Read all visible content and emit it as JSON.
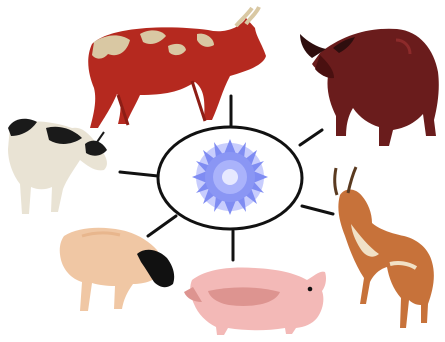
{
  "diagram": {
    "hub": {
      "shape": "ellipse",
      "content": "virus-particle",
      "colors": {
        "outline": "#111111",
        "fill": "#ffffff",
        "virus_body": "#7f8cf2",
        "virus_core": "#d8dcff"
      }
    },
    "connector_color": "#111111",
    "animals": [
      {
        "id": "cattle",
        "colors": {
          "body": "#b5291f",
          "patches": "#d9c8a3",
          "legs": "#8e1d15"
        }
      },
      {
        "id": "buffalo",
        "colors": {
          "body": "#6a1c1c",
          "dark": "#4a1010",
          "horns": "#2e0e0e"
        }
      },
      {
        "id": "goat",
        "colors": {
          "body": "#e9e3d4",
          "patches": "#1a1a1a"
        }
      },
      {
        "id": "antelope",
        "colors": {
          "body": "#c7723a",
          "belly": "#f1e1c6",
          "horns": "#5a3a20"
        }
      },
      {
        "id": "sheep",
        "colors": {
          "body": "#f0c7a4",
          "head": "#111111"
        }
      },
      {
        "id": "pig",
        "colors": {
          "body": "#f3b9b7",
          "shade": "#dd9490"
        }
      }
    ]
  }
}
